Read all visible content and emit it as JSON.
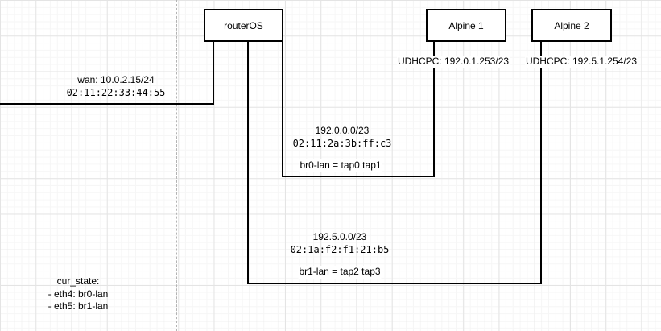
{
  "colors": {
    "stroke": "#000000",
    "node_fill": "#ffffff",
    "grid_major": "#e4e4e4",
    "grid_minor": "#f6f6f6",
    "page_divider": "#b3b3b3"
  },
  "nodes": {
    "router": {
      "label": "routerOS"
    },
    "alpine1": {
      "label": "Alpine 1",
      "dhcp": "UDHCPC: 192.0.1.253/23"
    },
    "alpine2": {
      "label": "Alpine 2",
      "dhcp": "UDHCPC: 192.5.1.254/23"
    }
  },
  "links": {
    "wan": {
      "address": "wan: 10.0.2.15/24",
      "mac": "02:11:22:33:44:55"
    },
    "br0": {
      "cidr": "192.0.0.0/23",
      "mac": "02:11:2a:3b:ff:c3",
      "bridge": "br0-lan = tap0 tap1"
    },
    "br1": {
      "cidr": "192.5.0.0/23",
      "mac": "02:1a:f2:f1:21:b5",
      "bridge": "br1-lan = tap2 tap3"
    }
  },
  "notes": {
    "cur_state": {
      "title": "cur_state:",
      "line1": "- eth4: br0-lan",
      "line2": "- eth5: br1-lan"
    }
  }
}
